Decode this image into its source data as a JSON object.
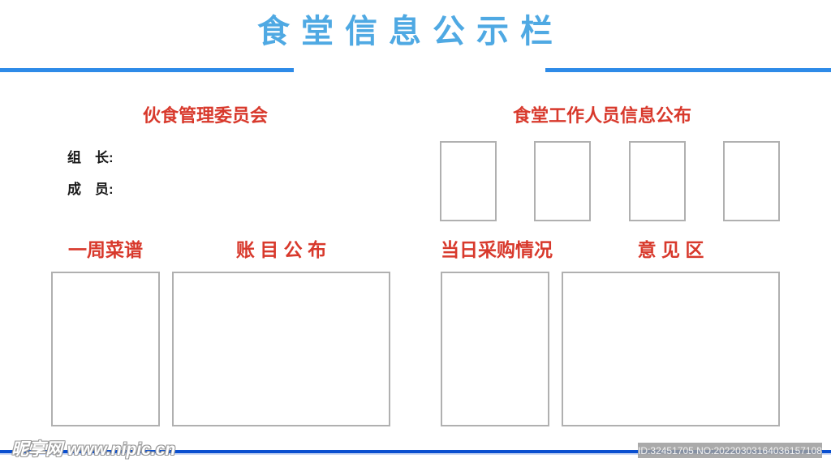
{
  "title": {
    "text": "食 堂 信 息 公 示 栏"
  },
  "committee": {
    "heading": "伙食管理委员会",
    "leader_label": "组　长:",
    "members_label": "成　员:"
  },
  "staff": {
    "heading": "食堂工作人员信息公布",
    "photo_slot_count": 4
  },
  "sections": {
    "weekly_menu": "一周菜谱",
    "accounts": "账 目 公 布",
    "daily_purchase": "当日采购情况",
    "opinions": "意 见 区"
  },
  "footer": {
    "watermark": "昵享网 www.nipic.cn",
    "id_label": "ID:32451705 NO:20220303164036157108"
  },
  "colors": {
    "title_blue": "#4fa9e3",
    "top_divider_blue": "#2e8be8",
    "heading_red": "#d8392c",
    "bottom_line_blue": "#0a4fd0",
    "box_border_gray": "#b0b0b0",
    "id_bar_gray": "#9b9b9b"
  }
}
